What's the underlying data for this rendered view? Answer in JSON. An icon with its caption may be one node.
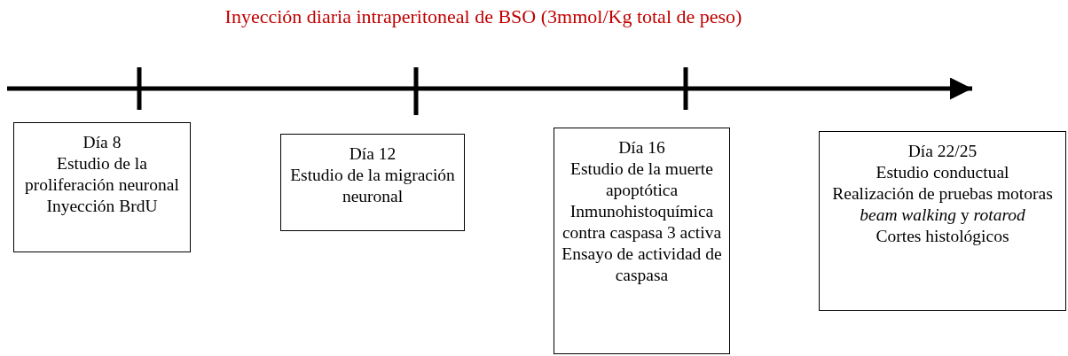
{
  "diagram": {
    "title": "Inyección diaria intraperitoneal de BSO (3mmol/Kg total de peso)",
    "nodes": [
      {
        "text": [
          "Día 8",
          "Estudio de la proliferación neuronal",
          "Inyección BrdU"
        ]
      },
      {
        "text": [
          "Día 12",
          "Estudio de la migración neuronal"
        ]
      },
      {
        "text": [
          "Día 16",
          "Estudio de la muerte apoptótica",
          "Inmunohistoquímica contra caspasa 3 activa",
          "Ensayo de actividad de caspasa"
        ]
      },
      {
        "text": [
          "Día 22/25",
          "Estudio conductual",
          "Realización de pruebas motoras *beam walking* y *rotarod*",
          "Cortes histológicos"
        ]
      }
    ]
  }
}
